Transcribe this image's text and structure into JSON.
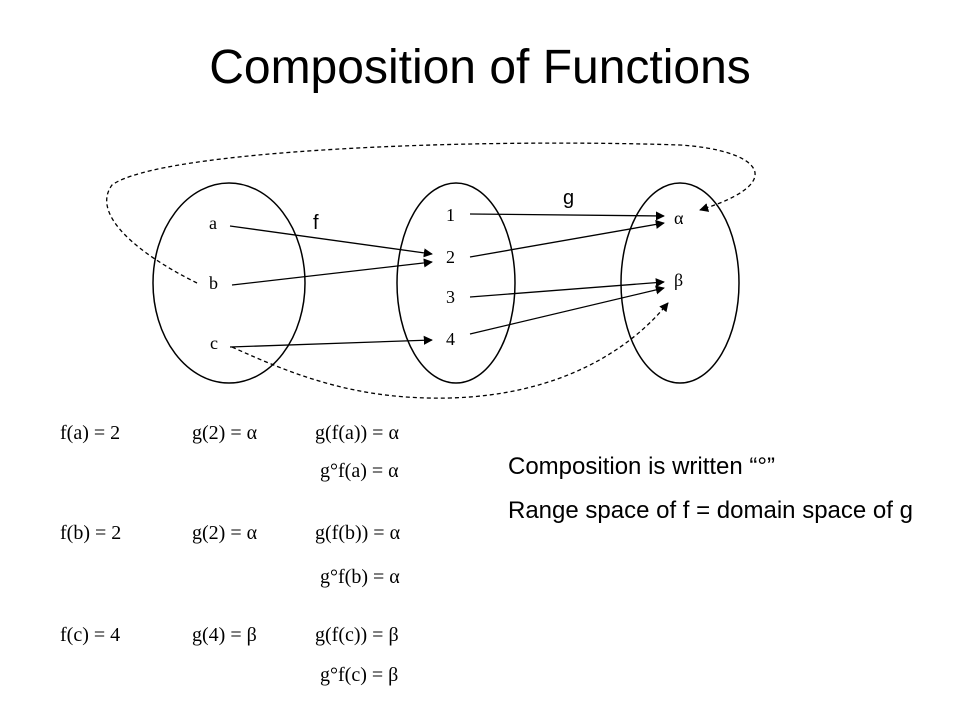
{
  "title": "Composition of Functions",
  "diagram": {
    "domain_labels": [
      "a",
      "b",
      "c"
    ],
    "middle_labels": [
      "1",
      "2",
      "3",
      "4"
    ],
    "range_labels": [
      "α",
      "β"
    ],
    "f_label": "f",
    "g_label": "g"
  },
  "equations": [
    {
      "f": "f(a) = 2",
      "g": "g(2) = α",
      "comp": "g(f(a)) = α",
      "circ": "g°f(a) = α"
    },
    {
      "f": "f(b) = 2",
      "g": "g(2) = α",
      "comp": "g(f(b)) = α",
      "circ": "g°f(b) = α"
    },
    {
      "f": "f(c) = 4",
      "g": "g(4) = β",
      "comp": "g(f(c)) = β",
      "circ": "g°f(c) = β"
    }
  ],
  "notes": [
    "Composition is written “°”",
    "Range space of f = domain space of g"
  ]
}
